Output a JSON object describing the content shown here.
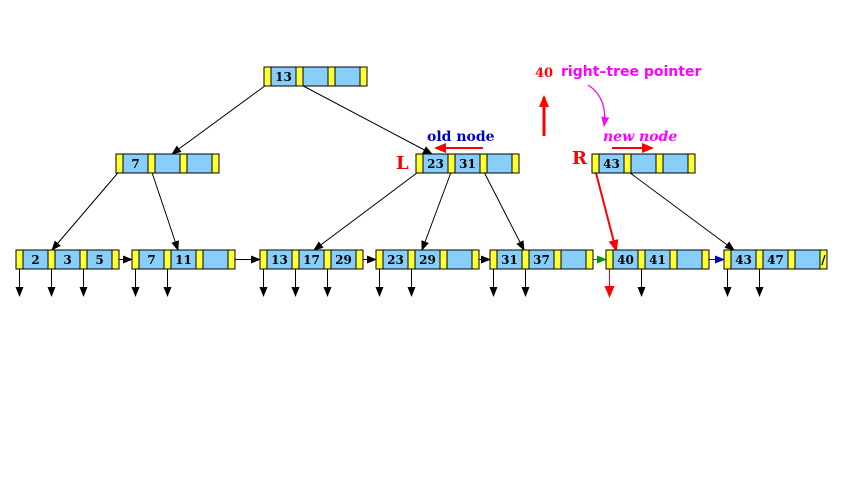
{
  "colors": {
    "ptr_slot": "#ffff33",
    "key_slot": "#87cefa",
    "red": "#ff0000",
    "blue": "#0000cc",
    "magenta": "#ff00ff",
    "green": "#009900"
  },
  "nodes": {
    "root": [
      "13",
      "",
      ""
    ],
    "internal_left": [
      "7",
      "",
      ""
    ],
    "internal_old": [
      "23",
      "31",
      ""
    ],
    "internal_new": [
      "43",
      "",
      ""
    ],
    "leaf_1": [
      "2",
      "3",
      "5"
    ],
    "leaf_2": [
      "7",
      "11",
      ""
    ],
    "leaf_3": [
      "13",
      "17",
      "29"
    ],
    "leaf_4": [
      "23",
      "29",
      ""
    ],
    "leaf_5": [
      "31",
      "37",
      ""
    ],
    "leaf_6": [
      "40",
      "41",
      ""
    ],
    "leaf_7": [
      "43",
      "47",
      ""
    ]
  },
  "labels": {
    "key_40": "40",
    "right_tree_pointer": "right–tree pointer",
    "old_node": "old node",
    "new_node": "new node",
    "L": "L",
    "R": "R",
    "null_slash": "/"
  }
}
